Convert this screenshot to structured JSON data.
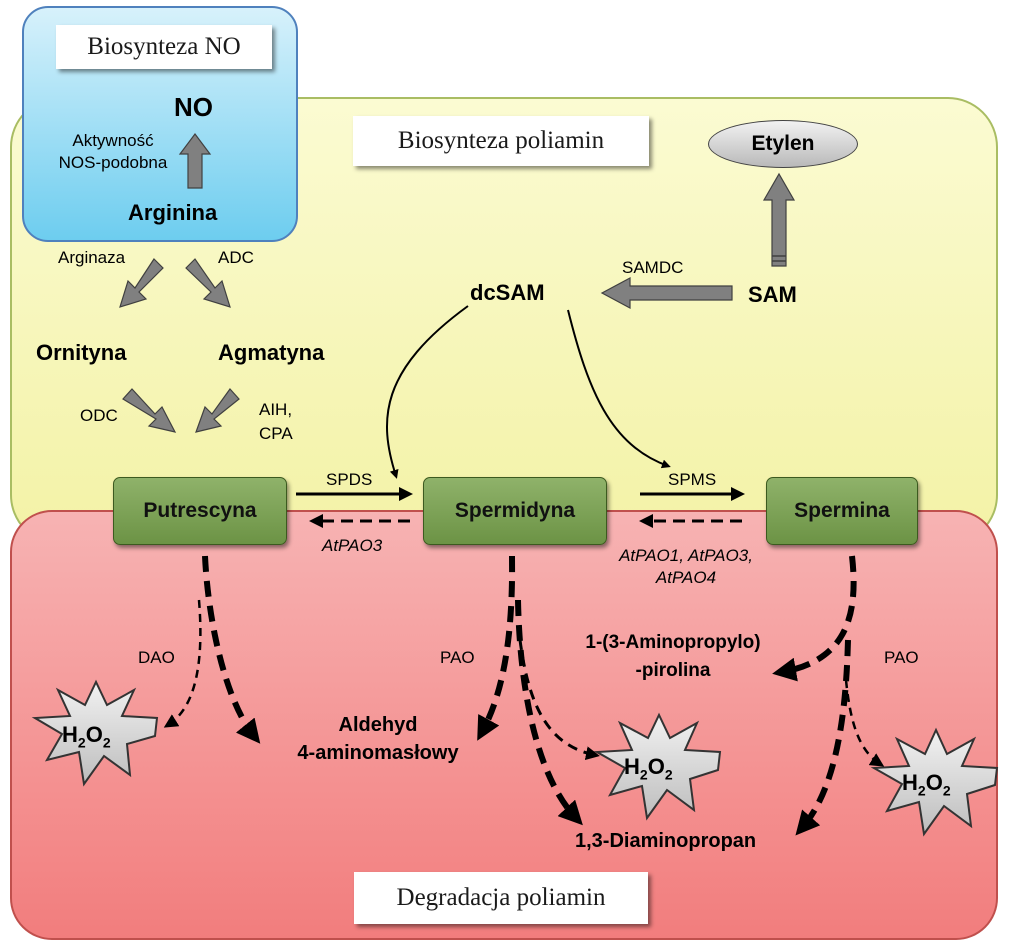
{
  "regions": {
    "no_biosynthesis": "Biosynteza NO",
    "polyamine_biosynthesis": "Biosynteza poliamin",
    "polyamine_degradation": "Degradacja poliamin"
  },
  "metabolites": {
    "no": "NO",
    "arginine": "Arginina",
    "ornithine": "Ornityna",
    "agmatine": "Agmatyna",
    "dcsam": "dcSAM",
    "sam": "SAM",
    "ethylene": "Etylen",
    "putrescine": "Putrescyna",
    "spermidine": "Spermidyna",
    "spermine": "Spermina",
    "aminobutyraldehyde_line1": "Aldehyd",
    "aminobutyraldehyde_line2": "4-aminomasłowy",
    "aminopropylpyrroline_line1": "1-(3-Aminopropylo)",
    "aminopropylpyrroline_line2": "-pirolina",
    "diaminopropane": "1,3-Diaminopropan"
  },
  "enzymes": {
    "nos_line1": "Aktywność",
    "nos_line2": "NOS-podobna",
    "arginase": "Arginaza",
    "adc": "ADC",
    "odc": "ODC",
    "aih_line1": "AIH,",
    "aih_line2": "CPA",
    "samdc": "SAMDC",
    "spds": "SPDS",
    "spms": "SPMS",
    "atpao3": "AtPAO3",
    "atpao_multi_line1": "AtPAO1, AtPAO3,",
    "atpao_multi_line2": "AtPAO4",
    "dao": "DAO",
    "pao_left": "PAO",
    "pao_right": "PAO"
  },
  "h2o2": {
    "main": "H",
    "sub": "2",
    "main2": "O",
    "sub2": "2"
  },
  "colors": {
    "yellow_region": "#f6f5b8",
    "red_region": "#f49b9b",
    "blue_region": "#a7e3f7",
    "node_green": "#7ca357",
    "arrow_grey": "#7f7f7f"
  }
}
